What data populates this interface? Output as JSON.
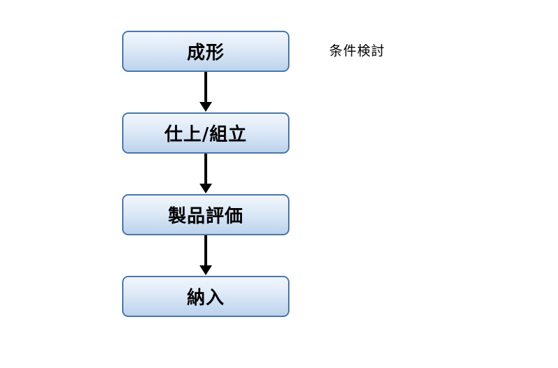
{
  "steps": [
    {
      "label": "成形"
    },
    {
      "label": "仕上/組立"
    },
    {
      "label": "製品評価"
    },
    {
      "label": "納入"
    }
  ],
  "note": "条件検討",
  "colors": {
    "box_border": "#4a77aa",
    "box_fill_top": "#f1f6fc",
    "box_fill_bottom": "#bcd2ec",
    "arrow": "#000000"
  }
}
